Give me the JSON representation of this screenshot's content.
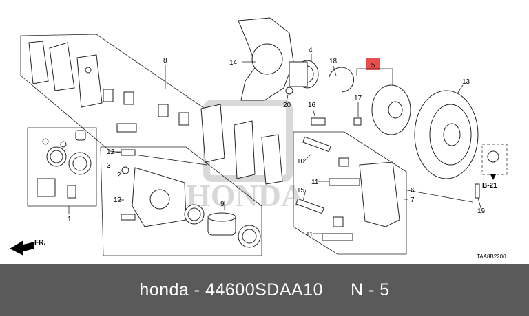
{
  "diagram": {
    "callouts": [
      "1",
      "2",
      "3",
      "4",
      "5",
      "6",
      "7",
      "8",
      "9",
      "10",
      "11",
      "11",
      "12",
      "12",
      "13",
      "14",
      "15",
      "16",
      "17",
      "18",
      "19",
      "20"
    ],
    "ref_box_label": "B-21",
    "direction_label": "FR.",
    "drawing_code": "TAA8B2200"
  },
  "footer": {
    "brand": "honda",
    "separator": "-",
    "part_number": "44600SDAA10",
    "ref_letter": "N",
    "ref_separator": "-",
    "ref_number": "5"
  },
  "colors": {
    "footer_bg": "#5a5a5a",
    "highlight_box": "#e03030",
    "line": "#222222"
  }
}
